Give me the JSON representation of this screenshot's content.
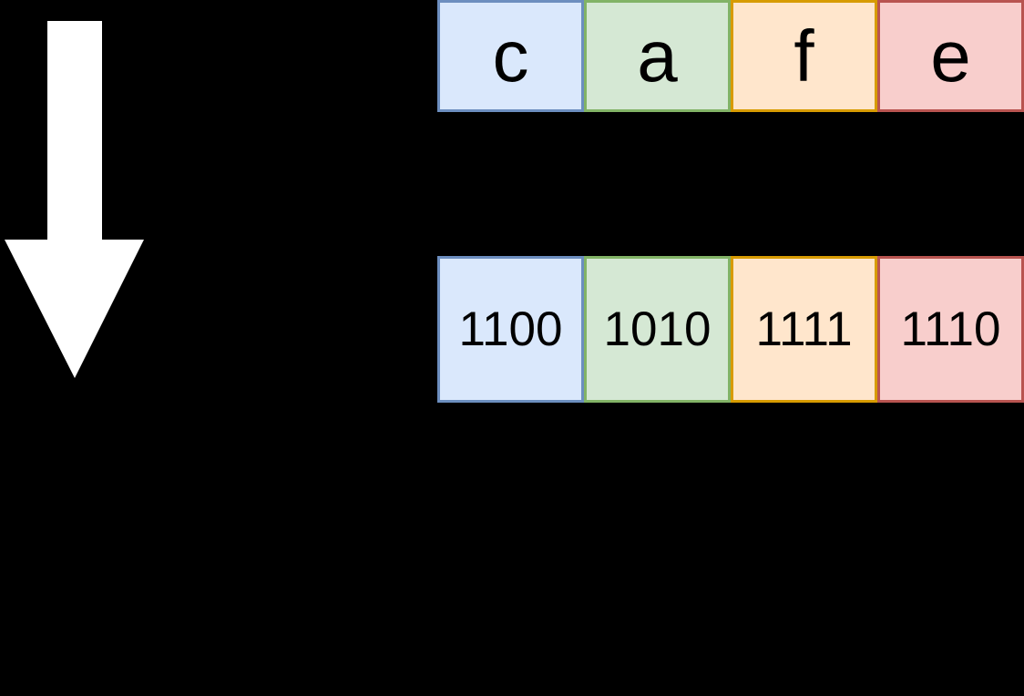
{
  "page": {
    "background": "#000000",
    "description": "hex word to binary nibbles conversion diagram"
  },
  "arrow": {
    "direction": "down",
    "color": "#ffffff"
  },
  "hex_row": {
    "cells": [
      {
        "text": "c",
        "fill": "#dae8fc",
        "stroke": "#6c8ebf"
      },
      {
        "text": "a",
        "fill": "#d5e8d4",
        "stroke": "#82b366"
      },
      {
        "text": "f",
        "fill": "#ffe6cc",
        "stroke": "#d79b00"
      },
      {
        "text": "e",
        "fill": "#f8cecc",
        "stroke": "#b85450"
      }
    ]
  },
  "binary_row": {
    "cells": [
      {
        "text": "1100",
        "fill": "#dae8fc",
        "stroke": "#6c8ebf"
      },
      {
        "text": "1010",
        "fill": "#d5e8d4",
        "stroke": "#82b366"
      },
      {
        "text": "1111",
        "fill": "#ffe6cc",
        "stroke": "#d79b00"
      },
      {
        "text": "1110",
        "fill": "#f8cecc",
        "stroke": "#b85450"
      }
    ]
  }
}
